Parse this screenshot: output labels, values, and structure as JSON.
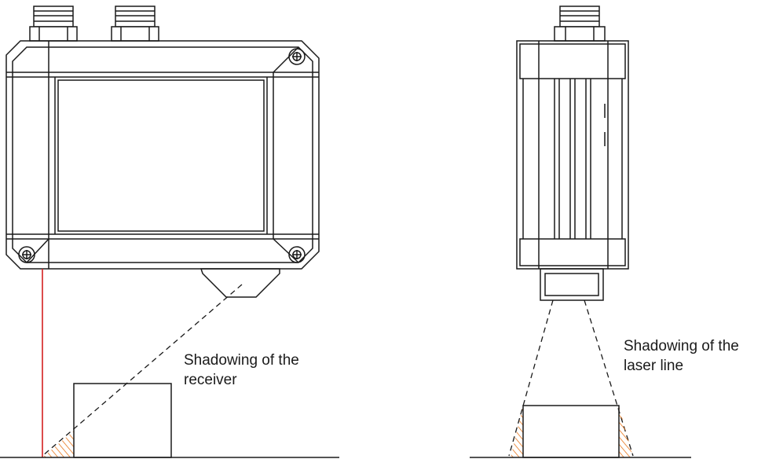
{
  "labels": {
    "left_line1": "Shadowing of the",
    "left_line2": "receiver",
    "right_line1": "Shadowing of the",
    "right_line2": "laser line"
  },
  "colors": {
    "stroke": "#1a1a1a",
    "laser": "#d42020",
    "hatch": "#e8751a"
  }
}
